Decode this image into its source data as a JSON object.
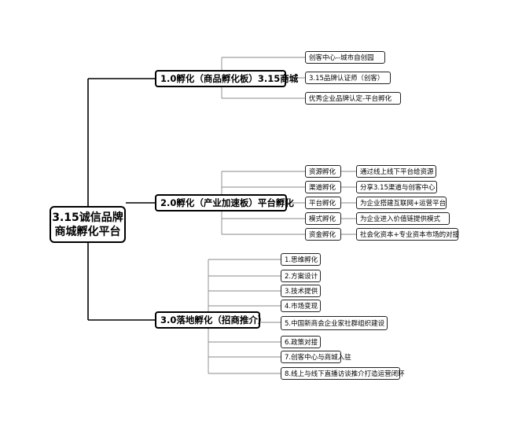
{
  "root": {
    "lines": [
      "3.15诚信品牌",
      "商城孵化平台"
    ]
  },
  "branches": [
    {
      "label": "1.0孵化（商品孵化板）3.15商城",
      "items": [
        {
          "label": "创客中心--城市自创园"
        },
        {
          "label": "3.15品牌认证师（创客）"
        },
        {
          "label": "优秀企业品牌认定-平台孵化"
        }
      ]
    },
    {
      "label": "2.0孵化（产业加速板）平台孵化",
      "items": [
        {
          "label": "资源孵化",
          "detail": "通过线上线下平台给资源"
        },
        {
          "label": "渠道孵化",
          "detail": "分享3.15渠道与创客中心"
        },
        {
          "label": "平台孵化",
          "detail": "为企业搭建互联网+运营平台"
        },
        {
          "label": "模式孵化",
          "detail": "为企业进入价值链提供模式"
        },
        {
          "label": "资金孵化",
          "detail": "社会化资本+专业资本市场的对接"
        }
      ]
    },
    {
      "label": "3.0落地孵化（招商推介）",
      "items": [
        {
          "label": "1.思维孵化"
        },
        {
          "label": "2.方案设计"
        },
        {
          "label": "3.技术提供"
        },
        {
          "label": "4.市场变现"
        },
        {
          "label": "5.中国新商会企业家社群组织建设"
        },
        {
          "label": "6.政策对接"
        },
        {
          "label": "7.创客中心与商城入驻"
        },
        {
          "label": "8.线上与线下直播访谈推介打造运营闭环"
        }
      ]
    }
  ]
}
